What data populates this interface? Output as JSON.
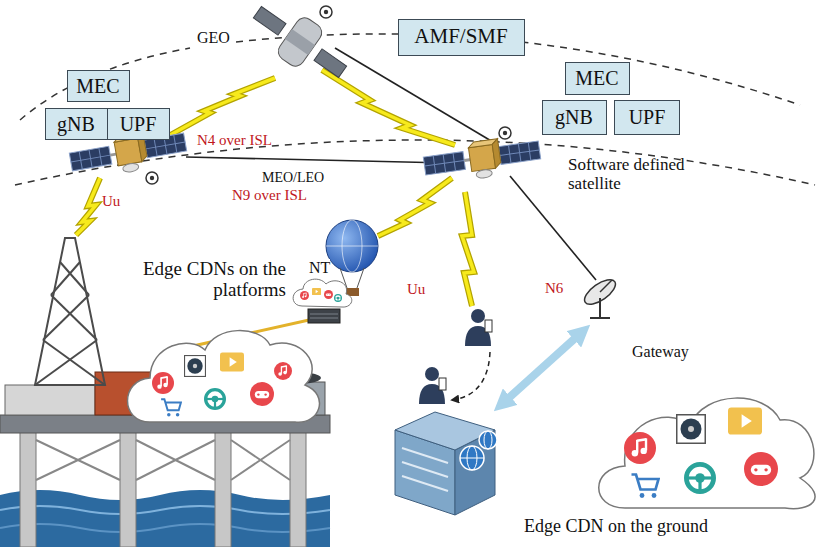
{
  "diagram": {
    "nodes": [
      {
        "text": [
          "MEC"
        ]
      },
      {
        "text": [
          "gNB"
        ]
      },
      {
        "text": [
          "UPF"
        ]
      },
      {
        "text": [
          "AMF/SMF"
        ]
      },
      {
        "text": [
          "MEC"
        ]
      },
      {
        "text": [
          "gNB"
        ]
      },
      {
        "text": [
          "UPF"
        ]
      }
    ],
    "labels": [
      "GEO",
      "N4 over ISL",
      "MEO/LEO",
      "N9 over ISL",
      "Software defined satellite",
      "Uu",
      "Edge CDNs on the platforms",
      "NT",
      "Uu",
      "N6",
      "Gateway",
      "Edge CDN on the ground"
    ]
  }
}
